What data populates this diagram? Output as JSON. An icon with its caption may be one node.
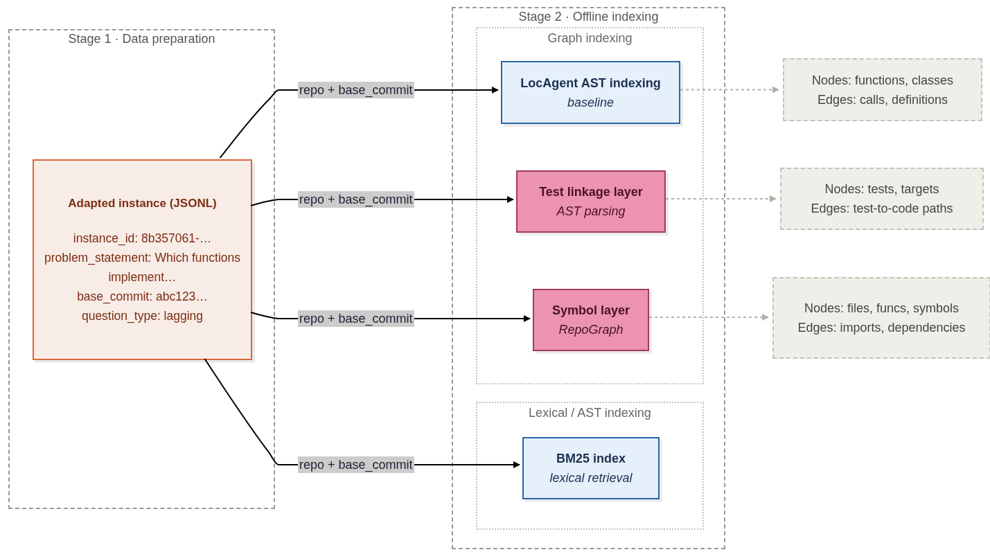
{
  "diagram": {
    "nodes": [
      {
        "text": [
          "Stage 1 · Data preparation"
        ]
      },
      {
        "text": [
          "Adapted instance (JSONL)",
          "instance_id: 8b357061-…",
          "problem_statement: Which functions implement…",
          "base_commit: abc123…",
          "question_type: lagging"
        ],
        "in": 0
      },
      {
        "text": [
          "Stage 2 · Offline indexing"
        ]
      },
      {
        "text": [
          "Graph indexing"
        ],
        "in": 2
      },
      {
        "text": [
          "LocAgent AST indexing",
          "baseline"
        ],
        "in": 3
      },
      {
        "text": [
          "Test linkage layer",
          "AST parsing"
        ],
        "in": 3
      },
      {
        "text": [
          "Symbol layer",
          "RepoGraph"
        ],
        "in": 3
      },
      {
        "text": [
          "Lexical / AST indexing"
        ],
        "in": 2
      },
      {
        "text": [
          "BM25 index",
          "lexical retrieval"
        ],
        "in": 7
      },
      {
        "text": [
          "Nodes: functions, classes",
          "Edges: calls, definitions"
        ]
      },
      {
        "text": [
          "Nodes: tests, targets",
          "Edges: test-to-code paths"
        ]
      },
      {
        "text": [
          "Nodes: files, funcs, symbols",
          "Edges: imports, dependencies"
        ]
      }
    ],
    "edges": [
      {
        "from": 1,
        "to": 4,
        "arrow": "to",
        "label": "repo + base_commit"
      },
      {
        "from": 1,
        "to": 5,
        "arrow": "to",
        "label": "repo + base_commit"
      },
      {
        "from": 1,
        "to": 6,
        "arrow": "to",
        "label": "repo + base_commit"
      },
      {
        "from": 1,
        "to": 8,
        "arrow": "to",
        "label": "repo + base_commit"
      },
      {
        "from": 4,
        "to": 9,
        "arrow": "to",
        "style": "dashed",
        "color": "#b3b0a8"
      },
      {
        "from": 5,
        "to": 10,
        "arrow": "to",
        "style": "dashed",
        "color": "#b3b0a8"
      },
      {
        "from": 6,
        "to": 11,
        "arrow": "to",
        "style": "dashed",
        "color": "#b3b0a8"
      }
    ]
  }
}
